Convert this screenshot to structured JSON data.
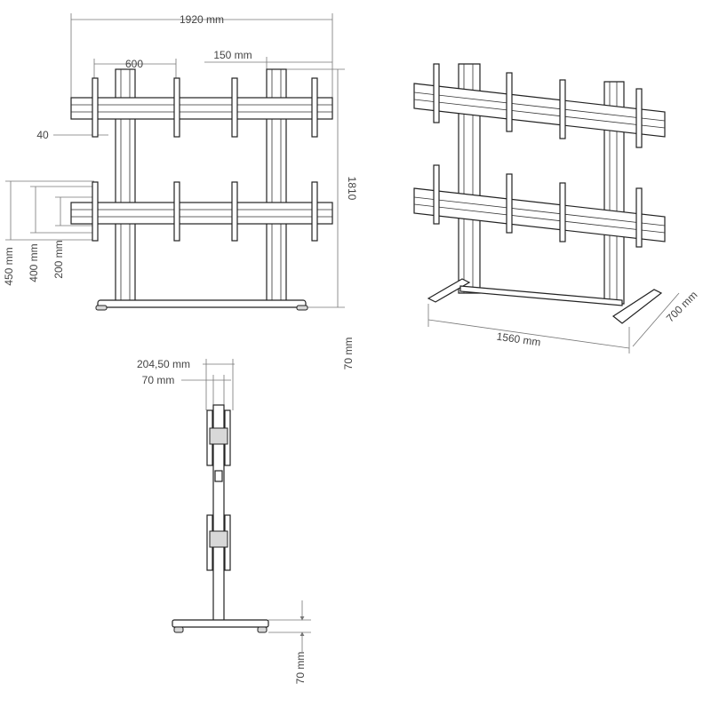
{
  "front_view": {
    "width_label": "1920 mm",
    "column_spacing_label": "600",
    "offset_label": "150 mm",
    "bracket_label": "40",
    "height_label": "1810",
    "dim_450_label": "450 mm",
    "dim_400_label": "400 mm",
    "dim_200_label": "200 mm",
    "base_height_label": "70 mm"
  },
  "iso_view": {
    "depth_label": "1560 mm",
    "foot_label": "700 mm"
  },
  "side_view": {
    "width_label": "204,50 mm",
    "column_label": "70 mm",
    "base_height_label": "70 mm"
  }
}
